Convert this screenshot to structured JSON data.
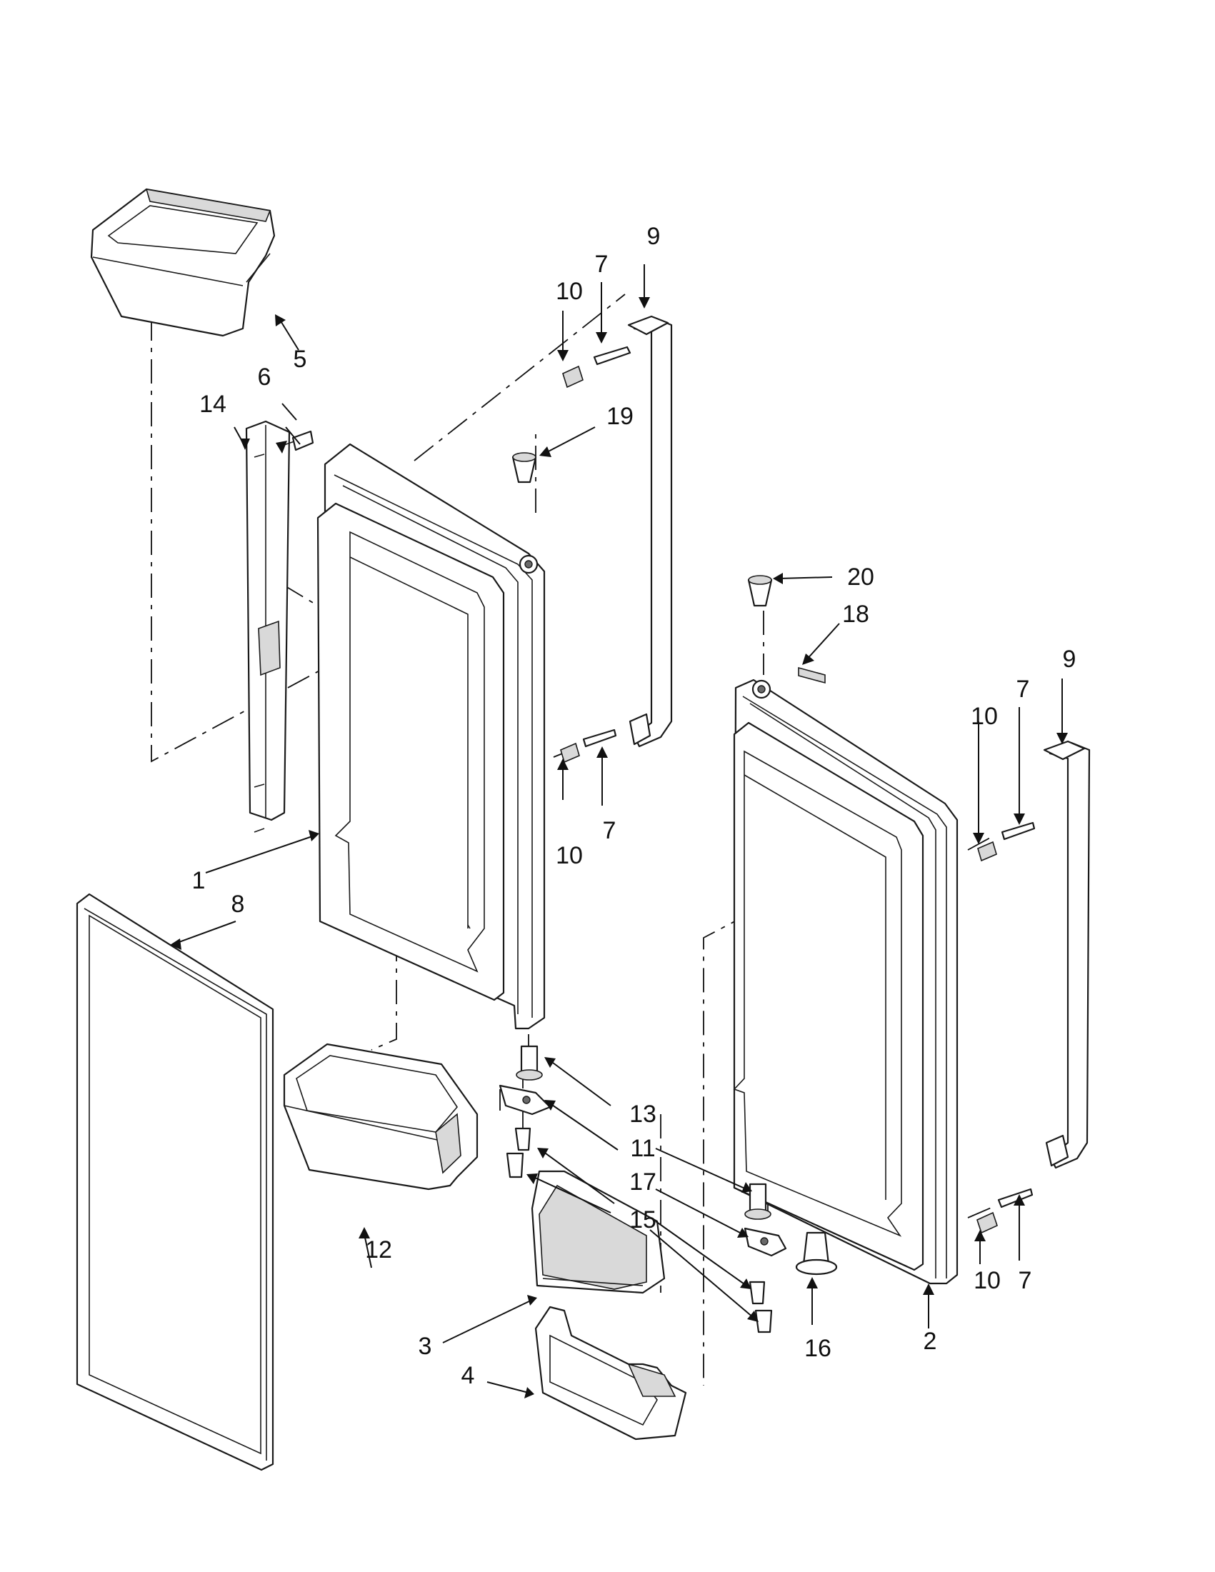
{
  "callouts": [
    {
      "id": "c1",
      "label": "1"
    },
    {
      "id": "c2",
      "label": "2"
    },
    {
      "id": "c3",
      "label": "3"
    },
    {
      "id": "c4",
      "label": "4"
    },
    {
      "id": "c5",
      "label": "5"
    },
    {
      "id": "c6",
      "label": "6"
    },
    {
      "id": "c7a",
      "label": "7"
    },
    {
      "id": "c7b",
      "label": "7"
    },
    {
      "id": "c7c",
      "label": "7"
    },
    {
      "id": "c7d",
      "label": "7"
    },
    {
      "id": "c8",
      "label": "8"
    },
    {
      "id": "c9a",
      "label": "9"
    },
    {
      "id": "c9b",
      "label": "9"
    },
    {
      "id": "c10a",
      "label": "10"
    },
    {
      "id": "c10b",
      "label": "10"
    },
    {
      "id": "c10c",
      "label": "10"
    },
    {
      "id": "c10d",
      "label": "10"
    },
    {
      "id": "c11",
      "label": "11"
    },
    {
      "id": "c12",
      "label": "12"
    },
    {
      "id": "c13",
      "label": "13"
    },
    {
      "id": "c14",
      "label": "14"
    },
    {
      "id": "c15",
      "label": "15"
    },
    {
      "id": "c16",
      "label": "16"
    },
    {
      "id": "c17",
      "label": "17"
    },
    {
      "id": "c18",
      "label": "18"
    },
    {
      "id": "c19",
      "label": "19"
    },
    {
      "id": "c20",
      "label": "20"
    }
  ]
}
